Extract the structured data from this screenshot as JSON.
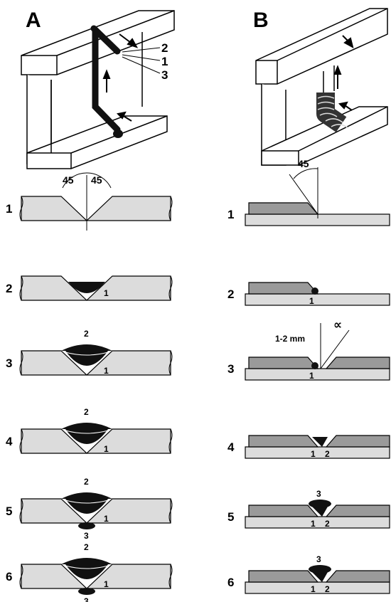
{
  "panels": {
    "A": {
      "title": "A",
      "hero_labels": [
        "2",
        "1",
        "3"
      ],
      "steps": [
        {
          "num": "1",
          "angles": [
            "45",
            "45"
          ],
          "layers": []
        },
        {
          "num": "2",
          "layers": [
            "1"
          ]
        },
        {
          "num": "3",
          "layers": [
            "2",
            "1"
          ]
        },
        {
          "num": "4",
          "layers": [
            "2",
            "1"
          ]
        },
        {
          "num": "5",
          "layers": [
            "2",
            "1",
            "3"
          ]
        },
        {
          "num": "6",
          "layers": [
            "2",
            "1",
            "3"
          ]
        }
      ]
    },
    "B": {
      "title": "B",
      "steps": [
        {
          "num": "1",
          "angle": "45",
          "layers": []
        },
        {
          "num": "2",
          "layers": [
            "1"
          ]
        },
        {
          "num": "3",
          "gap": "1-2 mm",
          "angle_symbol": "∝",
          "layers": [
            "1"
          ]
        },
        {
          "num": "4",
          "layers": [
            "1",
            "2"
          ]
        },
        {
          "num": "5",
          "layers": [
            "3",
            "1",
            "2"
          ]
        },
        {
          "num": "6",
          "layers": [
            "3",
            "1",
            "2"
          ]
        }
      ]
    }
  },
  "colors": {
    "plate": "#dcdcdc",
    "plate_dark": "#9a9a9a",
    "weld": "#111111",
    "line": "#000000"
  }
}
